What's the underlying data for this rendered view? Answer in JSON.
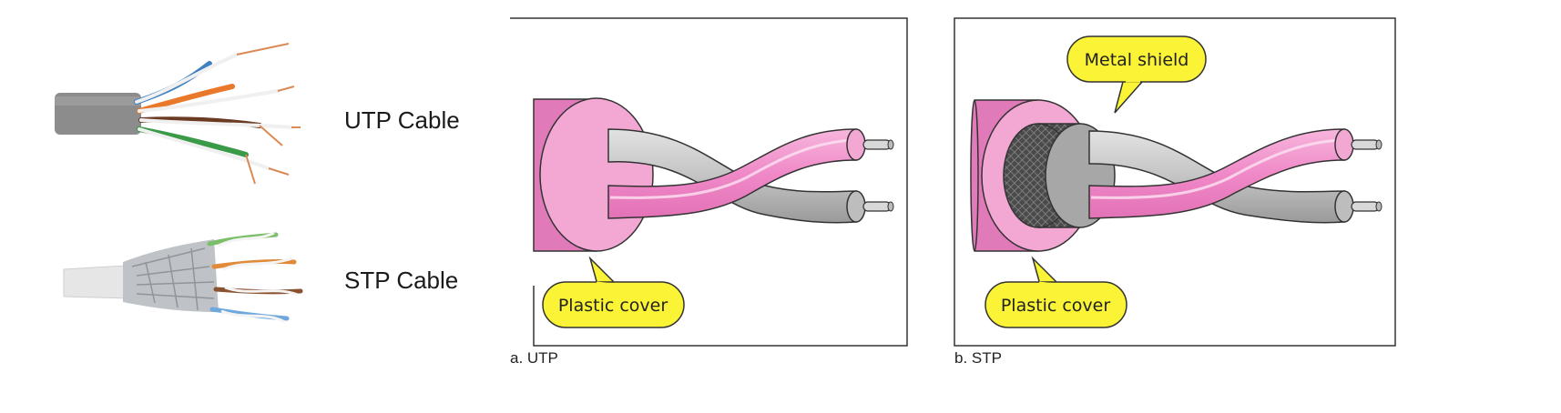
{
  "photos": {
    "utp": {
      "label": "UTP Cable",
      "wire_colors": [
        "#3f7fc4",
        "#e9782a",
        "#6b3a22",
        "#3a9a48"
      ]
    },
    "stp": {
      "label": "STP Cable",
      "wire_colors": [
        "#7bbf6a",
        "#e08a3a",
        "#8a5230",
        "#6fa8dc"
      ]
    }
  },
  "diagrams": {
    "utp": {
      "caption": "a. UTP",
      "callouts": {
        "plastic_cover": "Plastic cover"
      }
    },
    "stp": {
      "caption": "b. STP",
      "callouts": {
        "metal_shield": "Metal shield",
        "plastic_cover": "Plastic cover"
      }
    }
  },
  "colors": {
    "jacket_pink": "#ee8cc6",
    "jacket_pink_dark": "#d76aa9",
    "wire_pink": "#f089c8",
    "wire_gray": "#bdbdbd",
    "callout_yellow": "#fbf335",
    "frame": "#333333"
  }
}
